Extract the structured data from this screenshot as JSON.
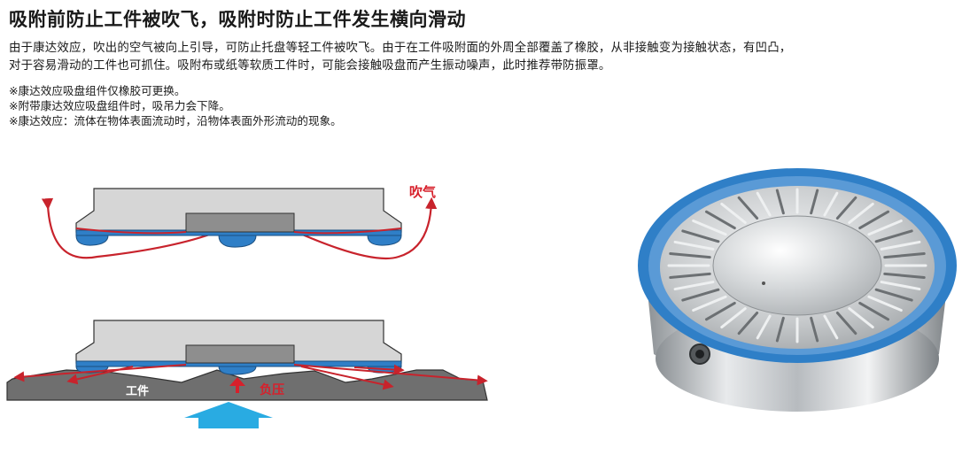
{
  "heading": "吸附前防止工件被吹飞，吸附时防止工件发生横向滑动",
  "description": {
    "line1": "由于康达效应，吹出的空气被向上引导，可防止托盘等轻工件被吹飞。由于在工件吸附面的外周全部覆盖了橡胶，从非接触变为接触状态，有凹凸，",
    "line2": "对于容易滑动的工件也可抓住。吸附布或纸等软质工件时，可能会接触吸盘而产生振动噪声，此时推荐带防振罩。"
  },
  "notes": [
    "※康达效应吸盘组件仅橡胶可更换。",
    "※附带康达效应吸盘组件时，吸吊力会下降。",
    "※康达效应：流体在物体表面流动时，沿物体表面外形流动的现象。"
  ],
  "diagram_top": {
    "blow_label": "吹气"
  },
  "diagram_bottom": {
    "workpiece_label": "工件",
    "negative_pressure_label": "负压"
  },
  "colors": {
    "rubber_blue": "#2f7fc7",
    "arrow_red": "#c8232c",
    "airflow_cyan": "#29abe2",
    "workpiece_gray": "#777777"
  },
  "photo": {
    "subject": "suction-cup-photo"
  }
}
